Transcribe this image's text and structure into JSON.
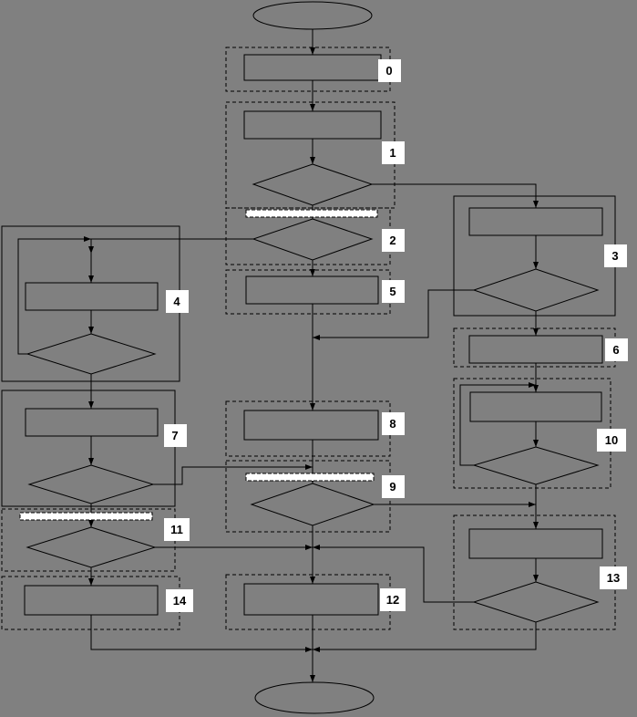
{
  "colors": {
    "background": "#808080",
    "line": "#000000",
    "shape_fill": "#808080",
    "label_background": "#ffffff",
    "label_text": "#000000",
    "highlight_bar": "#ffffff"
  },
  "labels": [
    "0",
    "1",
    "2",
    "3",
    "4",
    "5",
    "6",
    "7",
    "8",
    "9",
    "10",
    "11",
    "12",
    "13",
    "14"
  ],
  "diagram": {
    "type": "flowchart",
    "start": {
      "shape": "ellipse"
    },
    "end": {
      "shape": "ellipse"
    },
    "blocks": [
      {
        "id": "0",
        "shapes": [
          "process"
        ],
        "outline": "dashed"
      },
      {
        "id": "1",
        "shapes": [
          "process",
          "decision"
        ],
        "outline": "dashed"
      },
      {
        "id": "2",
        "shapes": [
          "highlight-bar",
          "decision"
        ],
        "outline": "dashed"
      },
      {
        "id": "3",
        "shapes": [
          "process",
          "decision"
        ],
        "outline": "solid"
      },
      {
        "id": "4",
        "shapes": [
          "process",
          "decision"
        ],
        "outline": "solid",
        "loop": true
      },
      {
        "id": "5",
        "shapes": [
          "process"
        ],
        "outline": "dashed"
      },
      {
        "id": "6",
        "shapes": [
          "process"
        ],
        "outline": "dashed"
      },
      {
        "id": "7",
        "shapes": [
          "process",
          "decision"
        ],
        "outline": "solid"
      },
      {
        "id": "8",
        "shapes": [
          "process"
        ],
        "outline": "dashed"
      },
      {
        "id": "9",
        "shapes": [
          "highlight-bar",
          "decision"
        ],
        "outline": "dashed"
      },
      {
        "id": "10",
        "shapes": [
          "process",
          "decision"
        ],
        "outline": "dashed",
        "loop": true
      },
      {
        "id": "11",
        "shapes": [
          "highlight-bar",
          "decision"
        ],
        "outline": "dashed"
      },
      {
        "id": "12",
        "shapes": [
          "process"
        ],
        "outline": "dashed"
      },
      {
        "id": "13",
        "shapes": [
          "process",
          "decision"
        ],
        "outline": "dashed"
      },
      {
        "id": "14",
        "shapes": [
          "process"
        ],
        "outline": "dashed"
      }
    ],
    "edges": [
      "start->0",
      "0->1",
      "1->2",
      "1->3",
      "2->5",
      "2->4",
      "4->4-loop",
      "4->7",
      "5->8",
      "3->8",
      "3->6",
      "6->10",
      "10->10-loop",
      "10->13",
      "7->9",
      "7->11",
      "8->9",
      "9->13",
      "9->12",
      "11->12",
      "11->14",
      "13->12",
      "12->end",
      "14->end",
      "13->end"
    ]
  }
}
